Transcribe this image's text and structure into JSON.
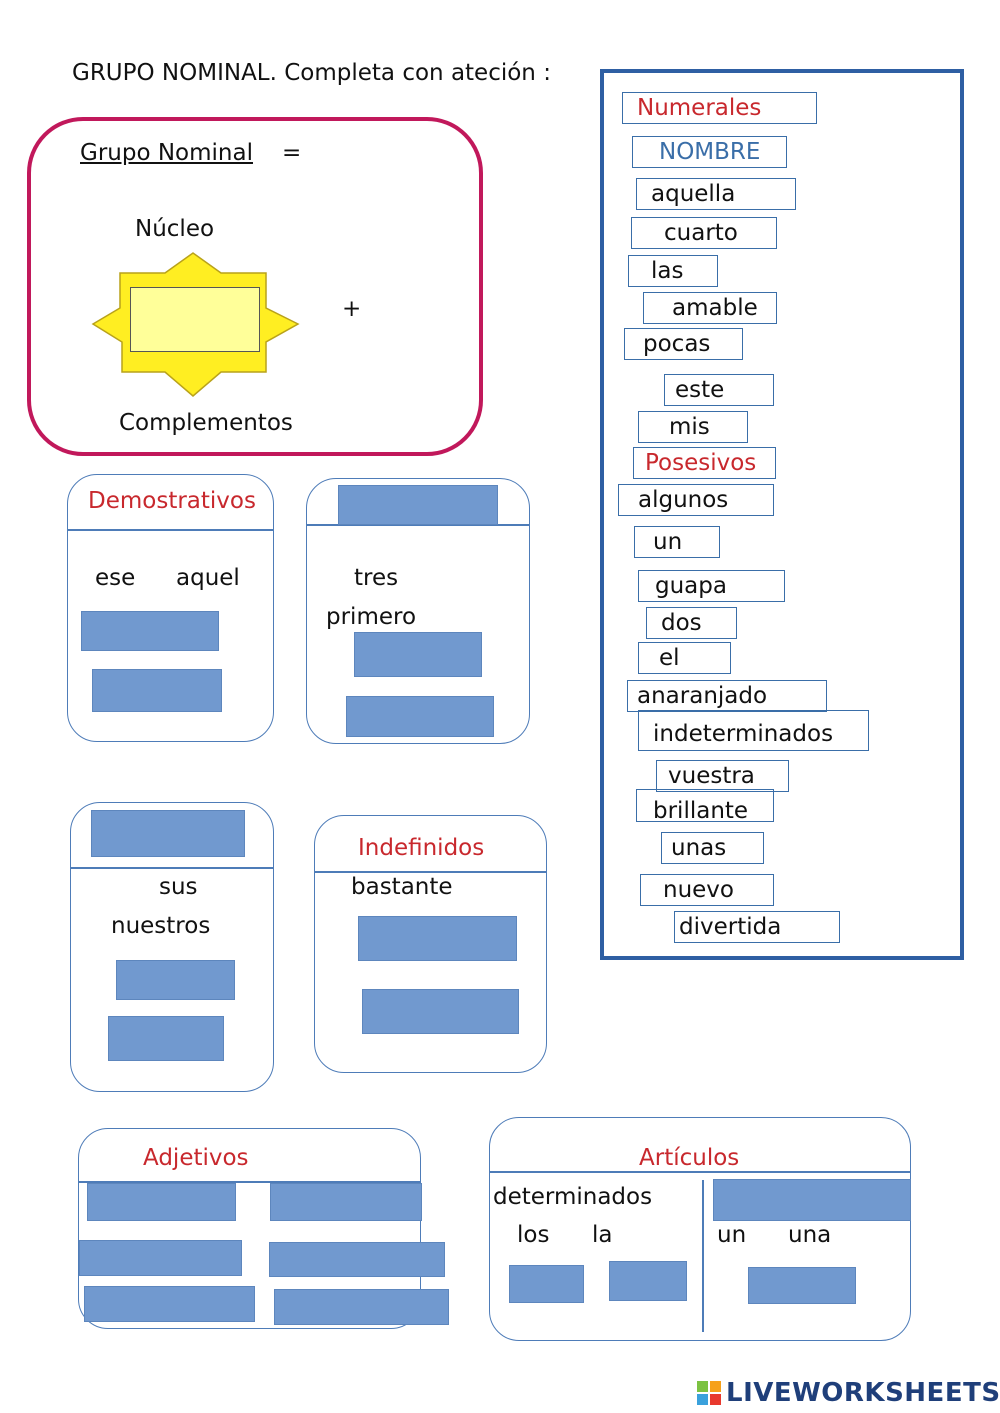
{
  "title": "GRUPO NOMINAL. Completa con ateción :",
  "grupo_nominal": {
    "label": "Grupo Nominal",
    "equals": "=",
    "nucleo": "Núcleo",
    "plus": "+",
    "complementos": "Complementos"
  },
  "word_bank": [
    "Numerales",
    "NOMBRE",
    "aquella",
    "cuarto",
    "las",
    "amable",
    "pocas",
    "este",
    "mis",
    "Posesivos",
    "algunos",
    "un",
    "guapa",
    "dos",
    "el",
    "anaranjado",
    "indeterminados",
    "vuestra",
    "brillante",
    "unas",
    "nuevo",
    "divertida"
  ],
  "colors": {
    "heading_red": "#c8282d",
    "heading_blue": "#3a6ea8",
    "drop_fill": "#7199cf",
    "frame_magenta": "#c1185b",
    "bank_border": "#2e5fa3",
    "star_yellow": "#ffee22"
  },
  "demostrativos": {
    "heading": "Demostrativos",
    "words": [
      "ese",
      "aquel"
    ]
  },
  "numerales_box": {
    "words": [
      "tres",
      "primero"
    ]
  },
  "posesivos_box": {
    "words": [
      "sus",
      "nuestros"
    ]
  },
  "indefinidos": {
    "heading": "Indefinidos",
    "words": [
      "bastante"
    ]
  },
  "adjetivos": {
    "heading": "Adjetivos"
  },
  "articulos": {
    "heading": "Artículos",
    "determinados_label": "determinados",
    "determinados_words": [
      "los",
      "la"
    ],
    "indeterminados_words": [
      "un",
      "una"
    ]
  },
  "logo": "LIVEWORKSHEETS"
}
